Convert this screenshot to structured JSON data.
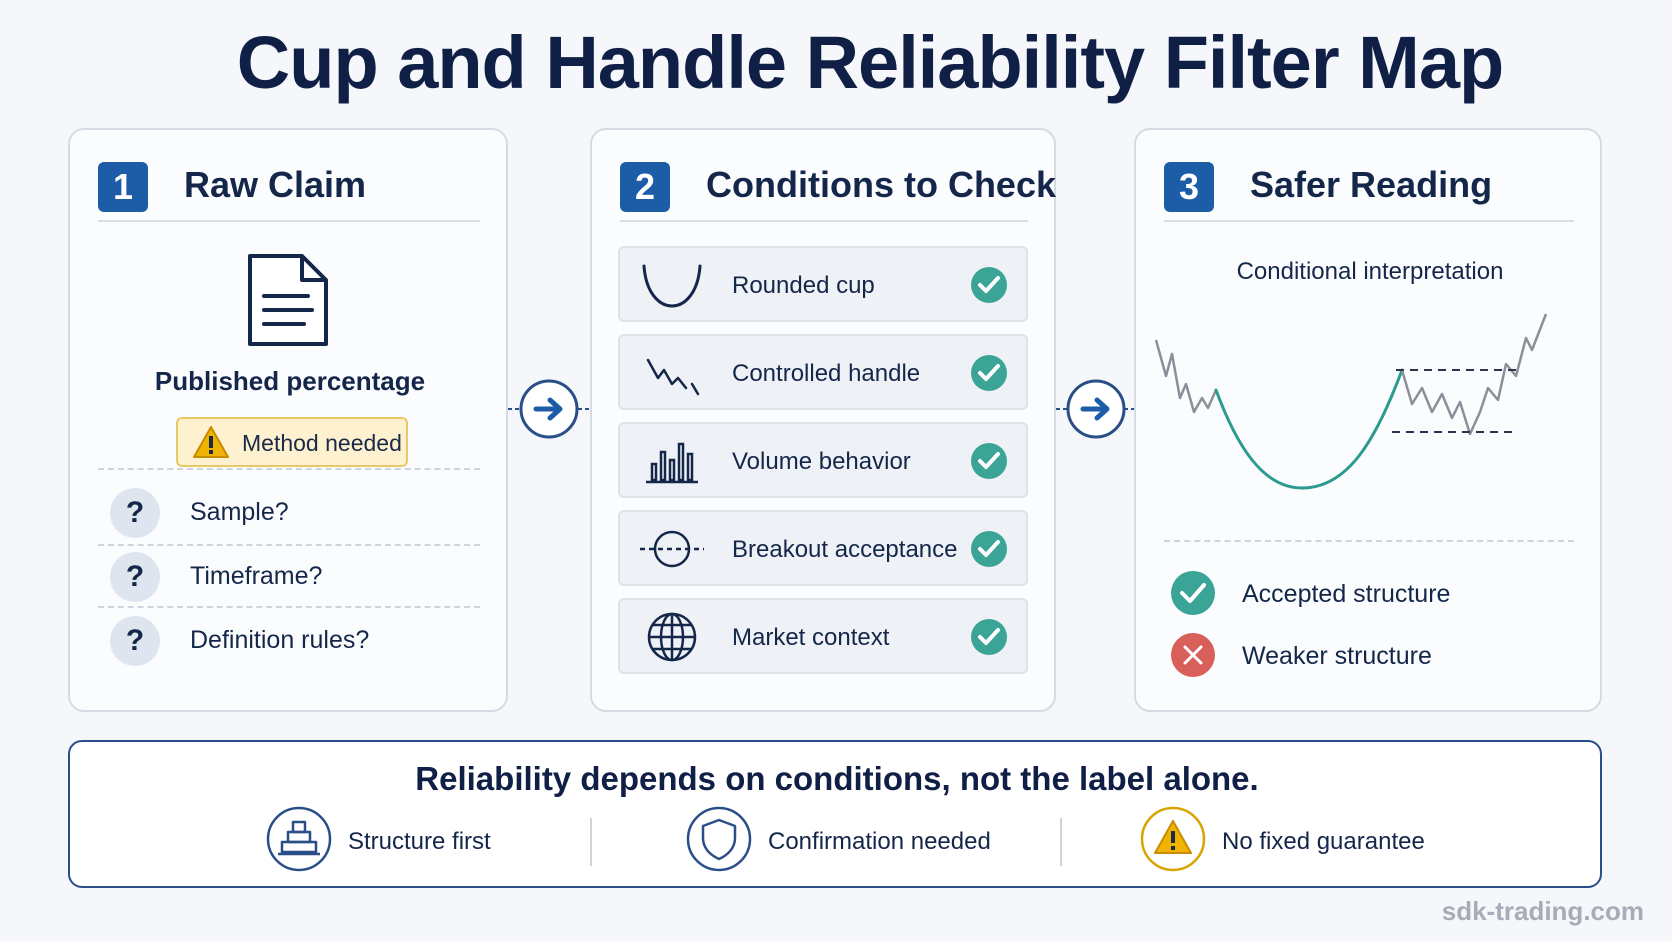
{
  "title": "Cup and Handle Reliability Filter Map",
  "panels": [
    {
      "number": "1",
      "title": "Raw Claim",
      "published": "Published percentage",
      "method_badge": "Method needed",
      "questions": [
        "Sample?",
        "Timeframe?",
        "Definition rules?"
      ]
    },
    {
      "number": "2",
      "title": "Conditions to Check",
      "conditions": [
        {
          "label": "Rounded cup",
          "icon": "rounded-cup-icon"
        },
        {
          "label": "Controlled handle",
          "icon": "handle-trend-icon"
        },
        {
          "label": "Volume behavior",
          "icon": "volume-bars-icon"
        },
        {
          "label": "Breakout acceptance",
          "icon": "breakout-circle-icon"
        },
        {
          "label": "Market context",
          "icon": "globe-icon"
        }
      ]
    },
    {
      "number": "3",
      "title": "Safer Reading",
      "interpretation": "Conditional interpretation",
      "legend": [
        {
          "label": "Accepted structure",
          "icon": "check-icon",
          "color": "#3aa597"
        },
        {
          "label": "Weaker structure",
          "icon": "x-icon",
          "color": "#d9605a"
        }
      ]
    }
  ],
  "bottom": {
    "message": "Reliability depends on conditions, not the label alone.",
    "items": [
      {
        "label": "Structure first",
        "icon": "structure-stack-icon"
      },
      {
        "label": "Confirmation needed",
        "icon": "shield-icon"
      },
      {
        "label": "No fixed guarantee",
        "icon": "warning-icon"
      }
    ]
  },
  "watermark": "sdk-trading.com",
  "colors": {
    "accent": "#1d5da8",
    "check": "#3aa597",
    "cross": "#d9605a",
    "warning": "#f0b400",
    "curve": "#2c9b8f"
  }
}
